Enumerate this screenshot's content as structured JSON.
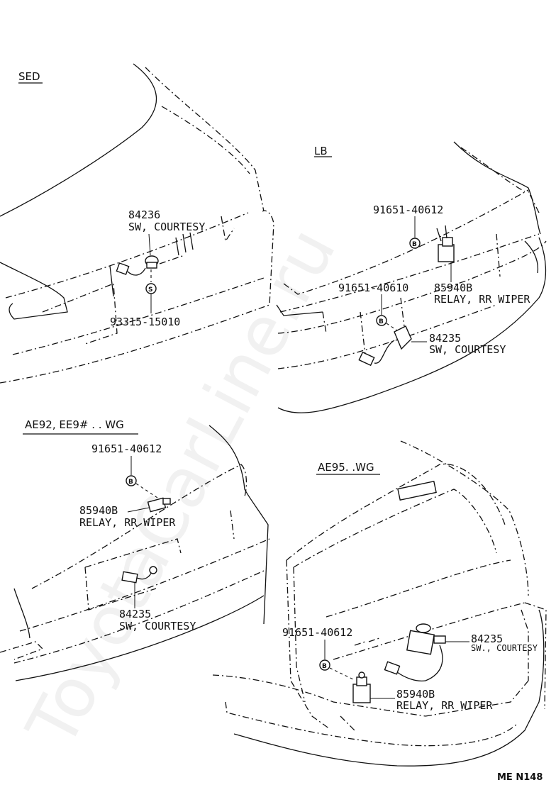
{
  "watermark": "ToyotaCarLine.ru",
  "footer_code": "ME  N148",
  "sections": {
    "sed": {
      "title": "SED",
      "switch_part": "84236",
      "switch_name": "SW, COURTESY",
      "screw_part": "93315-15010",
      "screw_ref": "S"
    },
    "lb": {
      "title": "LB",
      "bolt1_part": "91651-40612",
      "bolt2_part": "91651-40610",
      "bolt_ref": "B",
      "relay_part": "85940B",
      "relay_name": "RELAY, RR WIPER",
      "switch_part": "84235",
      "switch_name": "SW, COURTESY"
    },
    "ae92": {
      "title": "AE92, EE9# . . WG",
      "bolt_part": "91651-40612",
      "bolt_ref": "B",
      "relay_part": "85940B",
      "relay_name": "RELAY, RR WIPER",
      "switch_part": "84235",
      "switch_name": "SW, COURTESY"
    },
    "ae95": {
      "title": "AE95. .WG",
      "bolt_part": "91651-40612",
      "bolt_ref": "B",
      "relay_part": "85940B",
      "relay_name": "RELAY, RR WIPER",
      "switch_part": "84235",
      "switch_name": "SW., COURTESY"
    }
  }
}
